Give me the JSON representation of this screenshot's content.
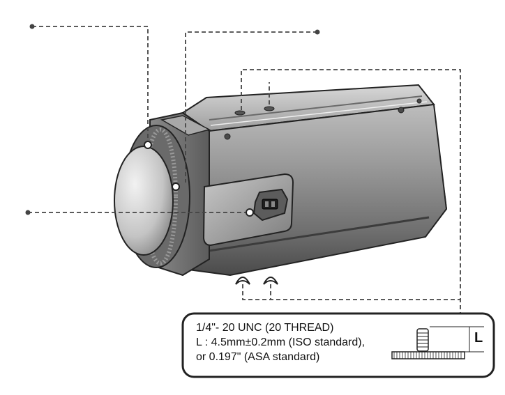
{
  "spec": {
    "line1": "1/4\"- 20 UNC (20 THREAD)",
    "line2": "L : 4.5mm±0.2mm (ISO standard),",
    "line3": "or 0.197\" (ASA standard)",
    "dimension_label": "L"
  },
  "colors": {
    "outline": "#222222",
    "leader": "#444444",
    "body_light": "#c9c9c9",
    "body_dark": "#5a5a5a"
  }
}
